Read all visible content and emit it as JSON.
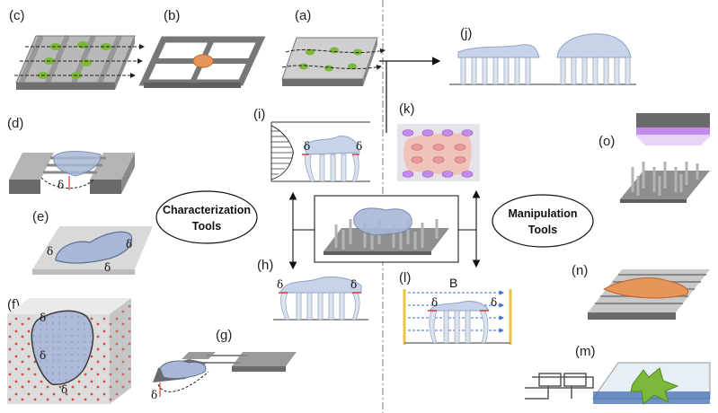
{
  "panels": {
    "a": "(a)",
    "b": "(b)",
    "c": "(c)",
    "d": "(d)",
    "e": "(e)",
    "f": "(f)",
    "g": "(g)",
    "h": "(h)",
    "i": "(i)",
    "j": "(j)",
    "k": "(k)",
    "l": "(l)",
    "m": "(m)",
    "n": "(n)",
    "o": "(o)"
  },
  "center_labels": {
    "characterization_line1": "Characterization",
    "characterization_line2": "Tools",
    "manipulation_line1": "Manipulation",
    "manipulation_line2": "Tools"
  },
  "symbols": {
    "delta": "δ",
    "magnetic_field": "B"
  },
  "colors": {
    "cell_blue": "#a9b8d6",
    "cell_green": "#7db83a",
    "cell_orange": "#e8955a",
    "cell_pink": "#f2b8a8",
    "uv_purple": "#c58af0",
    "device_gray": "#8c8c8c",
    "delta_red": "#d23a3a",
    "frame_yellow": "#e8c640"
  }
}
